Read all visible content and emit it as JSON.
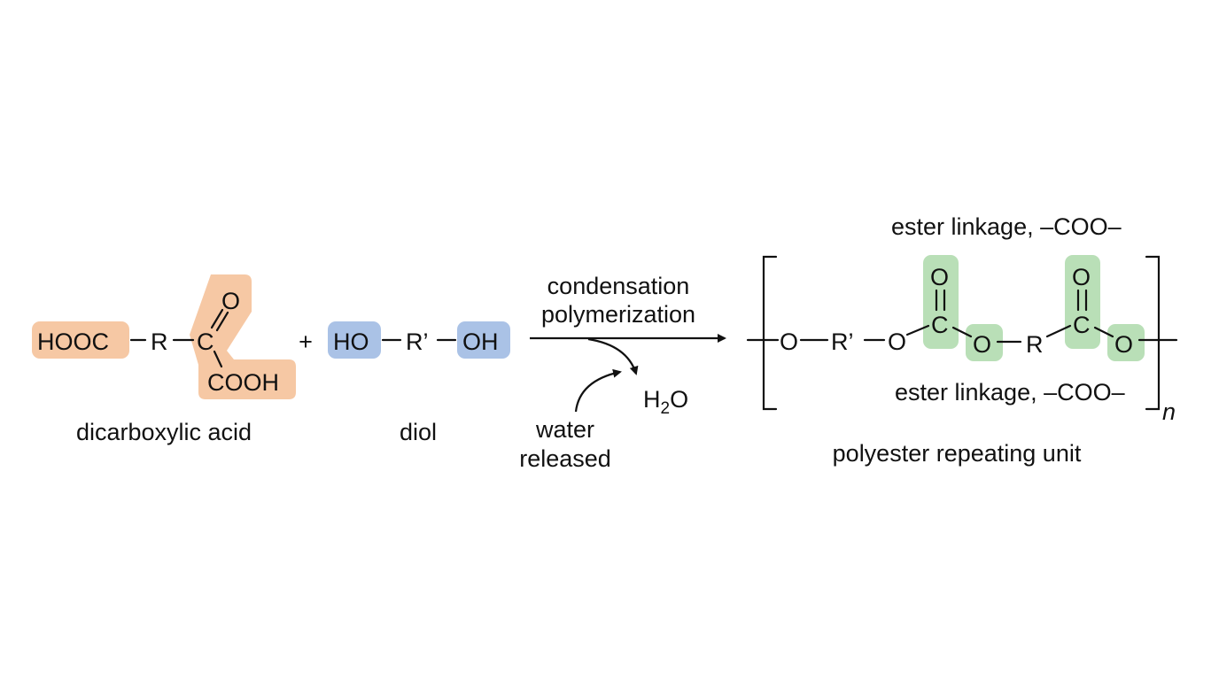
{
  "colors": {
    "acid_highlight": "#f6c8a4",
    "diol_highlight": "#aac2e6",
    "ester_highlight": "#b9dfb7",
    "ink": "#111111"
  },
  "acid": {
    "hooc": "HOOC",
    "r": "R",
    "c": "C",
    "o": "O",
    "cooh": "COOH",
    "label": "dicarboxylic acid"
  },
  "plus": "+",
  "diol": {
    "ho": "HO",
    "r_prime": "R’",
    "oh": "OH",
    "label": "diol"
  },
  "reaction": {
    "line1": "condensation",
    "line2": "polymerization",
    "water_line1": "water",
    "water_line2": "released",
    "h2o_h": "H",
    "h2o_sub": "2",
    "h2o_o": "O"
  },
  "polymer": {
    "o1": "O",
    "r_prime": "R’",
    "o2": "O",
    "c1": "C",
    "c1_o": "O",
    "o3": "O",
    "r": "R",
    "c2": "C",
    "c2_o": "O",
    "o4": "O",
    "ester_label_top": "ester linkage, –COO–",
    "ester_label_bottom": "ester linkage, –COO–",
    "subscript": "n",
    "label": "polyester repeating unit"
  }
}
